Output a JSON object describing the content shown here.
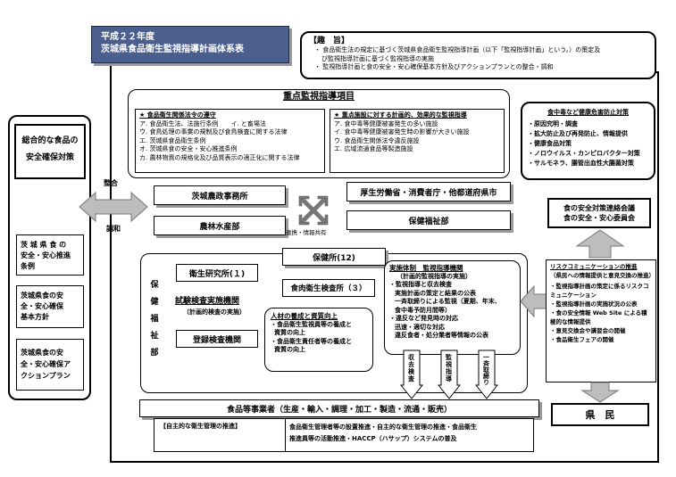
{
  "title": {
    "line1": "平成２２年度",
    "line2": "茨城県食品衛生監視指導計画体系表"
  },
  "purpose": {
    "heading": "【趣　旨】",
    "items": [
      "・ 食品衛生法の規定に基づく茨城県食品衛生監視指導計画（以下「監視指導計画」という。）の策定及",
      "び監視指導計画に基づく監視指導の実施",
      "・ 監視指導計画と食の安全・安心確保基本方針及びアクションプランとの整合・調和"
    ]
  },
  "left_panel": {
    "title": [
      "総合的な食品の",
      "安全確保対策"
    ],
    "items": [
      [
        "茨 城 県 食 の",
        "安全・安心推進",
        "条例"
      ],
      [
        "茨城県食の安",
        "全・安心確保",
        "基本方針"
      ],
      [
        "茨城県食の安",
        "全・安心確保ア",
        "クションプラン"
      ]
    ]
  },
  "arrow_labels": {
    "top": "整合",
    "bottom": "調和"
  },
  "focus": {
    "heading": "重点監視指導項目",
    "left": {
      "heading": "★ 食品衛生関係法令の遵守",
      "items": [
        "ア. 食品衛生法、法施行条例　　イ. と畜場法",
        "ウ. 食鳥処理の事業の規制及び食鳥検査に関する法律",
        "エ. 茨城県食品衛生条例",
        "オ. 茨城県食の安全・安心推進条例",
        "カ. 農林物資の規格化及び品質表示の適正化に関する法律"
      ]
    },
    "right": {
      "heading": "★ 重点施設に対する計画的、効果的な監視指導",
      "items": [
        "ア. 食中毒等健康被害発生の多い施設",
        "イ. 食中毒等健康被害発生時の影響が大きい施設",
        "ウ. 食品衛生関係法令違反施設",
        "エ. 広域流通食品等製造施設"
      ]
    }
  },
  "health_measures": {
    "heading": "食中毒など健康危害防止対策",
    "items": [
      "・原因究明・調査",
      "・拡大防止及び再発防止、情報提供",
      "・健康食品対策",
      "・ノロウイルス・カンピロバクター対策",
      "・サルモネラ、腸管出血性大腸菌対策"
    ]
  },
  "agencies": {
    "ibaraki_office": "茨城農政事務所",
    "mhlw": "厚生労働省・消費者庁・他都道府県市",
    "agri_dept": "農林水産部",
    "health_dept": "保健福祉部",
    "coop_label": "連携・情報共有"
  },
  "council": {
    "line1": "食の安全対策連絡会議",
    "line2": "食の安全・安心委員会"
  },
  "health_welfare_vertical": "保健福祉部",
  "facilities": {
    "research": "衛生研究所(１)",
    "testing_org": "試験検査実施機関",
    "testing_sub": "（計画的検査の実施）",
    "registered": "登録検査機関",
    "hoken": "保健所(12)",
    "meat": "食肉衛生検査所（３）"
  },
  "training": {
    "heading": "人材の養成と資質向上",
    "items": [
      "・食品衛生監視員等の養成と",
      "資質の向上",
      "・食品衛生責任者等の養成と",
      "資質の向上"
    ]
  },
  "enforcement": {
    "heading": "実施体制　監視指導機関",
    "sub": "（計画的監視指導の実施）",
    "items": [
      "・監視指導と収去検査",
      "実施計画の策定と結果の公表",
      "一斉取締りによる監視（夏期、年末、",
      "食中毒予防月間等）",
      "・違反など発見時の対応",
      "迅速・適切な対応",
      "違反食者・処分業者等情報の公表"
    ]
  },
  "down_arrows": [
    "収去検査",
    "監視指導",
    "一斉取締り"
  ],
  "risk_comm": {
    "heading": "リスクコミュニケーションの推進",
    "sub": "（県民への情報提供と意見交換の推進）",
    "items": [
      "・監視指導計画の策定に係るリスクコミュニケーション",
      "・監視指導計画の実施状況の公表",
      "・食の安全情報 Web Site による積極的な情報提供",
      "・意見交換会や講習会の開催",
      "・食品衛生フェアの開催"
    ]
  },
  "business": {
    "heading": "食品等事業者（生産・輸入・調理・加工・製造・流通・販売）",
    "label": "【自主的な衛生管理の推進】",
    "desc": [
      "食品衛生管理者等の設置推進・自主的な衛生管理の推進・食品衛生",
      "推進員等の活動推進・HACCP（ハサップ）システムの普及"
    ]
  },
  "citizens": "県　民"
}
